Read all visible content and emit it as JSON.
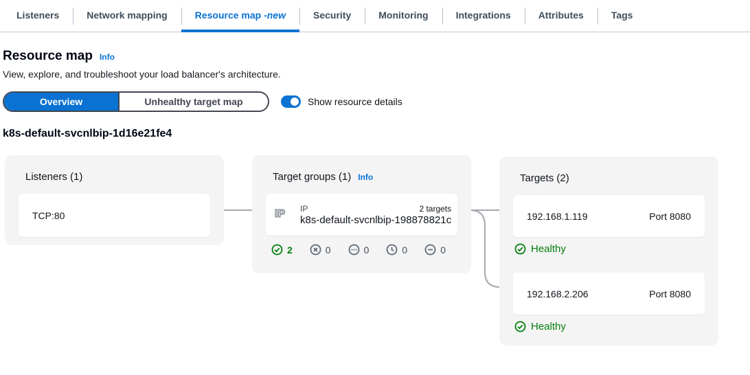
{
  "colors": {
    "accent": "#0972d3",
    "success": "#037f0c",
    "connector_line": "#a4a8ae",
    "panel_background": "#f4f4f4"
  },
  "tabs": {
    "items": [
      {
        "label": "Listeners"
      },
      {
        "label": "Network mapping"
      },
      {
        "label": "Resource map - ",
        "suffix": "new",
        "active": true
      },
      {
        "label": "Security"
      },
      {
        "label": "Monitoring"
      },
      {
        "label": "Integrations"
      },
      {
        "label": "Attributes"
      },
      {
        "label": "Tags"
      }
    ]
  },
  "header": {
    "title": "Resource map",
    "info_label": "Info",
    "description": "View, explore, and troubleshoot your load balancer's architecture."
  },
  "controls": {
    "view_options": [
      "Overview",
      "Unhealthy target map"
    ],
    "selected_view": "Overview",
    "show_resource_details_label": "Show resource details",
    "show_resource_details_on": true
  },
  "load_balancer": {
    "name": "k8s-default-svcnlbip-1d16e21fe4"
  },
  "map": {
    "listeners": {
      "heading": "Listeners (1)",
      "items": [
        {
          "protocol_port": "TCP:80"
        }
      ]
    },
    "target_groups": {
      "heading": "Target groups (1)",
      "info_label": "Info",
      "items": [
        {
          "type_badge": "IP",
          "type_label": "IP",
          "name": "k8s-default-svcnlbip-198878821c",
          "targets_summary": "2 targets",
          "health_counts": [
            {
              "state": "healthy",
              "count": "2"
            },
            {
              "state": "unhealthy",
              "count": "0"
            },
            {
              "state": "unused",
              "count": "0"
            },
            {
              "state": "initial",
              "count": "0"
            },
            {
              "state": "draining",
              "count": "0"
            }
          ]
        }
      ]
    },
    "targets": {
      "heading": "Targets (2)",
      "items": [
        {
          "ip": "192.168.1.119",
          "port": "Port 8080",
          "status": "Healthy"
        },
        {
          "ip": "192.168.2.206",
          "port": "Port 8080",
          "status": "Healthy"
        }
      ]
    }
  }
}
